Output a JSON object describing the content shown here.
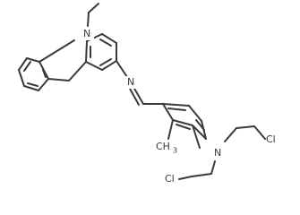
{
  "molecule": {
    "atoms": {
      "carbazole_n": "N",
      "imine_n": "N",
      "amine_n": "N",
      "methyl": "CH",
      "methyl_sub": "3",
      "chlorine_1": "Cl",
      "chlorine_2": "Cl"
    }
  },
  "colors": {
    "bond": "#3a3a3a",
    "background": "#ffffff"
  }
}
